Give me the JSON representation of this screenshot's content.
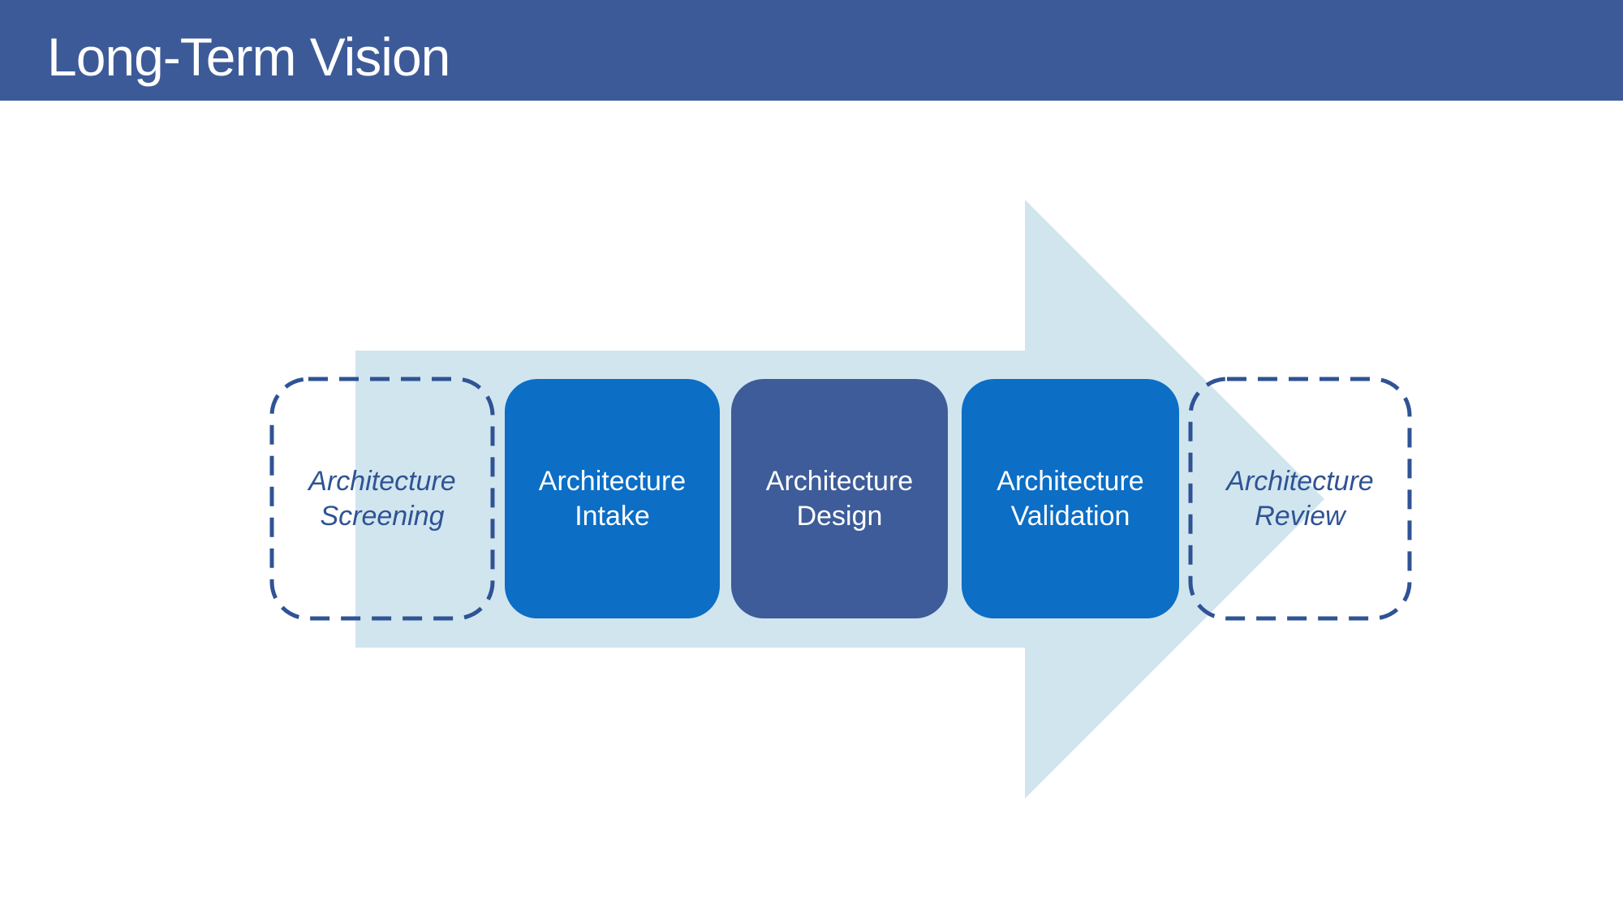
{
  "slide": {
    "background": "#FFFFFF"
  },
  "header": {
    "title": "Long-Term Vision",
    "background": "#3D5A98",
    "text_color": "#FFFFFF"
  },
  "diagram": {
    "type": "process-flow",
    "flow_direction": "left-to-right",
    "arrow_fill": "#D1E5EF",
    "dashed_stroke": "#2F5394",
    "dashed_text_color": "#2F5394",
    "solid_text_color": "#FFFFFF",
    "stages": [
      {
        "label": "Architecture Screening",
        "style": "dashed-outline",
        "fill": "none"
      },
      {
        "label": "Architecture Intake",
        "style": "solid",
        "fill": "#0C6EC5"
      },
      {
        "label": "Architecture Design",
        "style": "solid",
        "fill": "#3D5C99"
      },
      {
        "label": "Architecture Validation",
        "style": "solid",
        "fill": "#0C6EC5"
      },
      {
        "label": "Architecture Review",
        "style": "dashed-outline",
        "fill": "none"
      }
    ]
  }
}
